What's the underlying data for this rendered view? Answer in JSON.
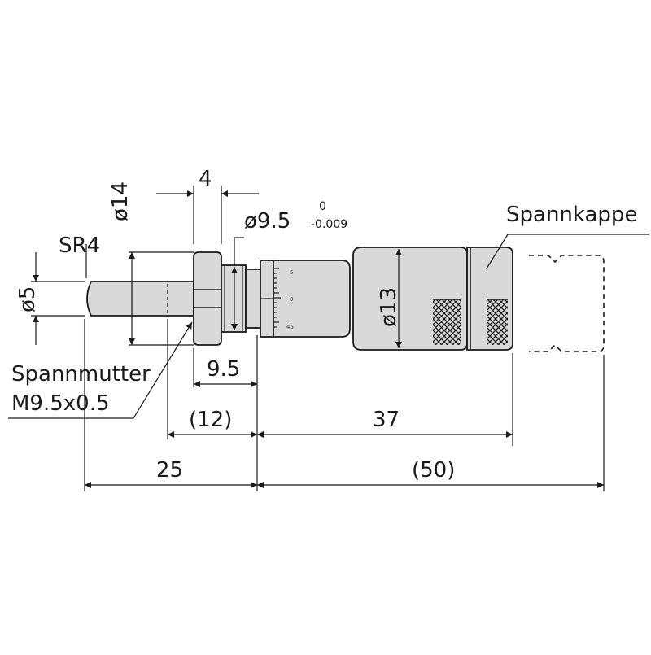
{
  "labels": {
    "sr4": "SR4",
    "d5": "ø5",
    "d14": "ø14",
    "d9_5": "ø9.5",
    "tol_upper": "0",
    "tol_lower": "-0.009",
    "d13": "ø13",
    "spannkappe": "Spannkappe",
    "spannmutter": "Spannmutter",
    "thread": "M9.5x0.5",
    "dim_4": "4",
    "dim_9_5": "9.5",
    "dim_12": "(12)",
    "dim_37": "37",
    "dim_25": "25",
    "dim_50": "(50)"
  },
  "thimble_scale": [
    "5",
    "0",
    "45"
  ]
}
